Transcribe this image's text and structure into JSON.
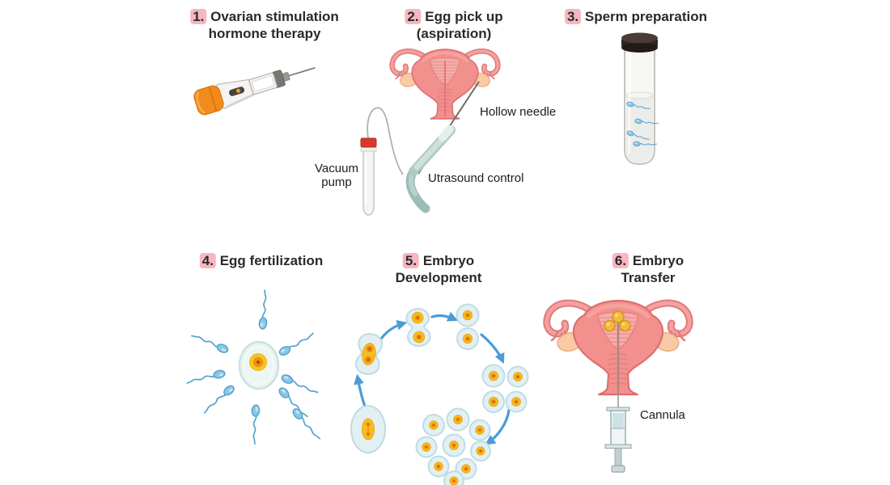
{
  "steps": [
    {
      "number": "1.",
      "line1": "Ovarian stimulation",
      "line2": "hormone therapy"
    },
    {
      "number": "2.",
      "line1": "Egg pick up",
      "line2": "(aspiration)"
    },
    {
      "number": "3.",
      "line1": "Sperm preparation",
      "line2": ""
    },
    {
      "number": "4.",
      "line1": "Egg fertilization",
      "line2": ""
    },
    {
      "number": "5.",
      "line1": "Embryo",
      "line2": "Development"
    },
    {
      "number": "6.",
      "line1": "Embryo",
      "line2": "Transfer"
    }
  ],
  "labels": {
    "hollow_needle": "Hollow needle",
    "ultrasound_control": "Utrasound control",
    "vacuum_pump": "Vacuum pump",
    "cannula": "Cannula"
  },
  "colors": {
    "badge_pink": "#f8b6c0",
    "uterus_pink": "#f2908e",
    "uterus_outline": "#dd6f6e",
    "ovary_peach": "#f8cba5",
    "accent_blue": "#4a9cd6",
    "egg_gold": "#f6bd1e",
    "sperm_blue": "#8ac7e6",
    "pen_orange": "#f18b1e",
    "probe_teal": "#aecac5",
    "vacuum_cap_red": "#d6392c",
    "tube_cap_brown": "#332524",
    "text_dark": "#2a2a2a"
  }
}
